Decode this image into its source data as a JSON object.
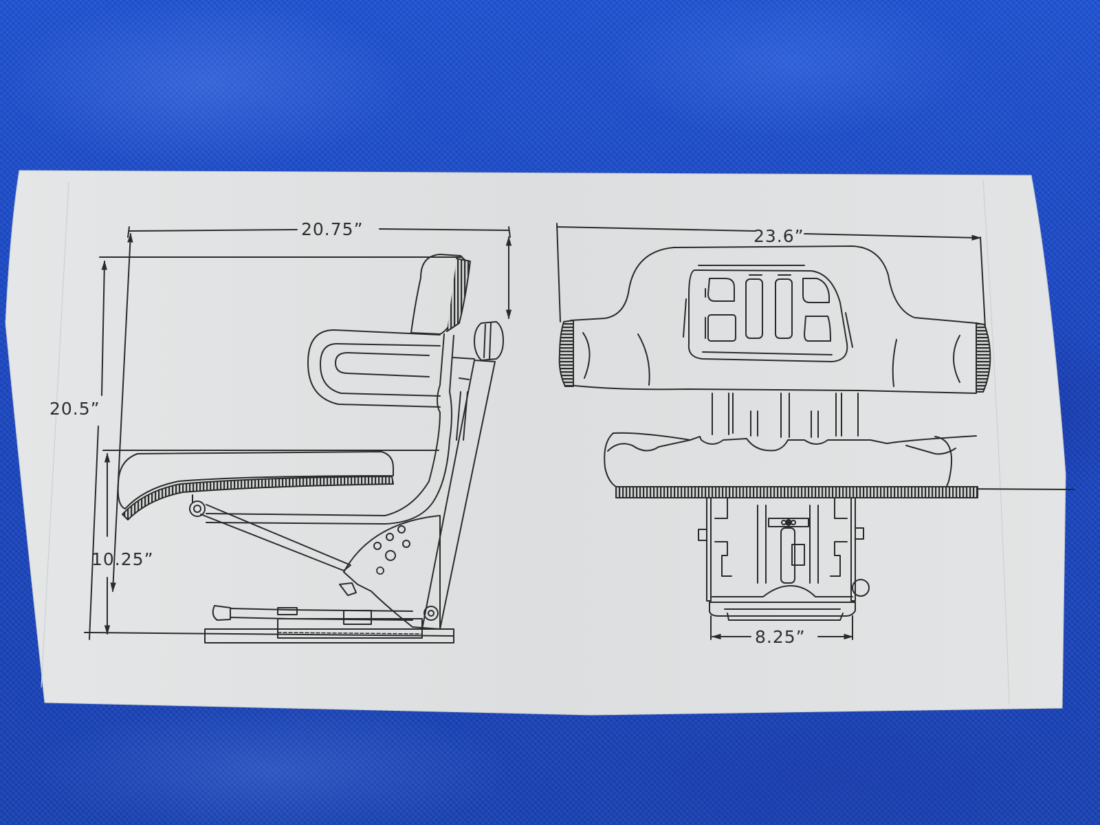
{
  "scene": {
    "background": "blue tarp",
    "background_color": "#1a45bd",
    "card_color": "#dfe1e2",
    "ink_color": "#2a2a2a"
  },
  "diagram": {
    "subject": "tractor seat dimension drawing",
    "side_view": {
      "overall_depth": "20.75”",
      "overall_height": "20.5”",
      "seat_height": "10.25”"
    },
    "front_view": {
      "overall_width": "23.6”",
      "base_width": "8.25”"
    }
  }
}
